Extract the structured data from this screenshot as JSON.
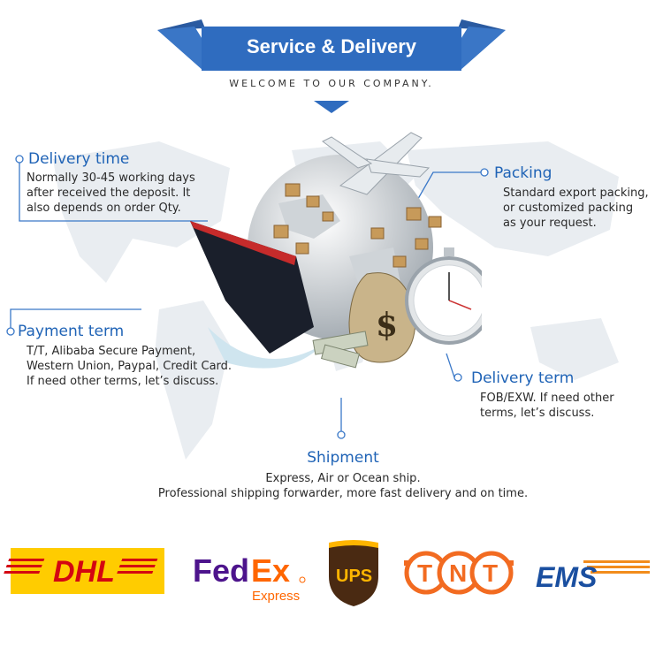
{
  "header": {
    "title": "Service & Delivery",
    "subtitle": "WELCOME TO OUR COMPANY.",
    "accent_color": "#2f6cbf"
  },
  "sections": {
    "delivery_time": {
      "heading": "Delivery time",
      "text": "Normally 30-45 working days\nafter received the deposit. It\nalso depends on order Qty."
    },
    "packing": {
      "heading": "Packing",
      "text": "Standard export packing,\nor customized packing\nas your request."
    },
    "payment_term": {
      "heading": "Payment term",
      "text": "T/T, Alibaba Secure Payment,\nWestern Union, Paypal, Credit Card.\nIf need other terms, let’s discuss."
    },
    "delivery_term": {
      "heading": "Delivery term",
      "text": "FOB/EXW. If need other\nterms, let’s discuss."
    },
    "shipment": {
      "heading": "Shipment",
      "text": "Express, Air or Ocean ship.\nProfessional shipping forwarder, more fast delivery and on time."
    }
  },
  "carriers": {
    "dhl": "DHL",
    "fedex_fed": "Fed",
    "fedex_ex": "Ex",
    "fedex_sub": "Express",
    "ups": "UPS",
    "tnt": [
      "T",
      "N",
      "T"
    ],
    "ems": "EMS"
  },
  "colors": {
    "heading_blue": "#1f63b6",
    "line_blue": "#3a78c8",
    "dhl_yellow": "#ffcc00",
    "dhl_red": "#d40511",
    "fedex_purple": "#4d148c",
    "fedex_orange": "#ff6600",
    "ups_brown": "#4a2a12",
    "ups_gold": "#ffb500",
    "tnt_orange": "#f26b21",
    "ems_blue": "#1a4fa0",
    "ems_orange": "#f28c1c"
  }
}
